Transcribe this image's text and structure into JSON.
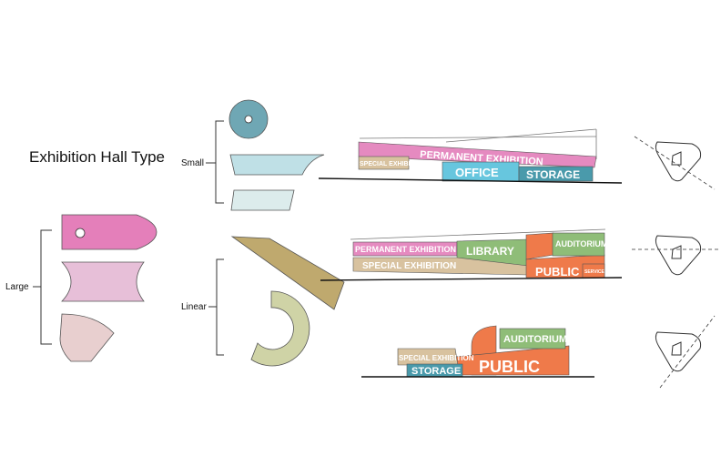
{
  "title": "Exhibition Hall Type",
  "categories": {
    "small": "Small",
    "large": "Large",
    "linear": "Linear"
  },
  "sections": {
    "one": {
      "permanent_exhibition": "PERMANENT EXHIBITION",
      "special_exhibition": "SPECIAL EXHIBITION",
      "office": "OFFICE",
      "storage": "STORAGE"
    },
    "two": {
      "permanent_exhibition": "PERMANENT EXHIBITION",
      "library": "LIBRARY",
      "auditorium": "AUDITORIUM",
      "special_exhibition": "SPECIAL EXHIBITION",
      "public": "PUBLIC",
      "service": "SERVICE"
    },
    "three": {
      "auditorium": "AUDITORIUM",
      "special_exhibition": "SPECIAL EXHIBITION",
      "storage": "STORAGE",
      "public": "PUBLIC"
    }
  },
  "colors": {
    "pink": "#e58ac0",
    "cyan": "#67c6de",
    "teal": "#4a9aab",
    "tan": "#d8c29f",
    "green": "#8fbd78",
    "orange": "#ef7a4a",
    "olive": "#bfa96e",
    "sage": "#cfd3a6",
    "circle_blue": "#6fa7b4",
    "light_cyan": "#bfe0e6",
    "pale_cyan": "#dcecec",
    "magenta": "#e47fba",
    "light_pink": "#e7bfd8",
    "dusty_pink": "#e8cfcf"
  }
}
